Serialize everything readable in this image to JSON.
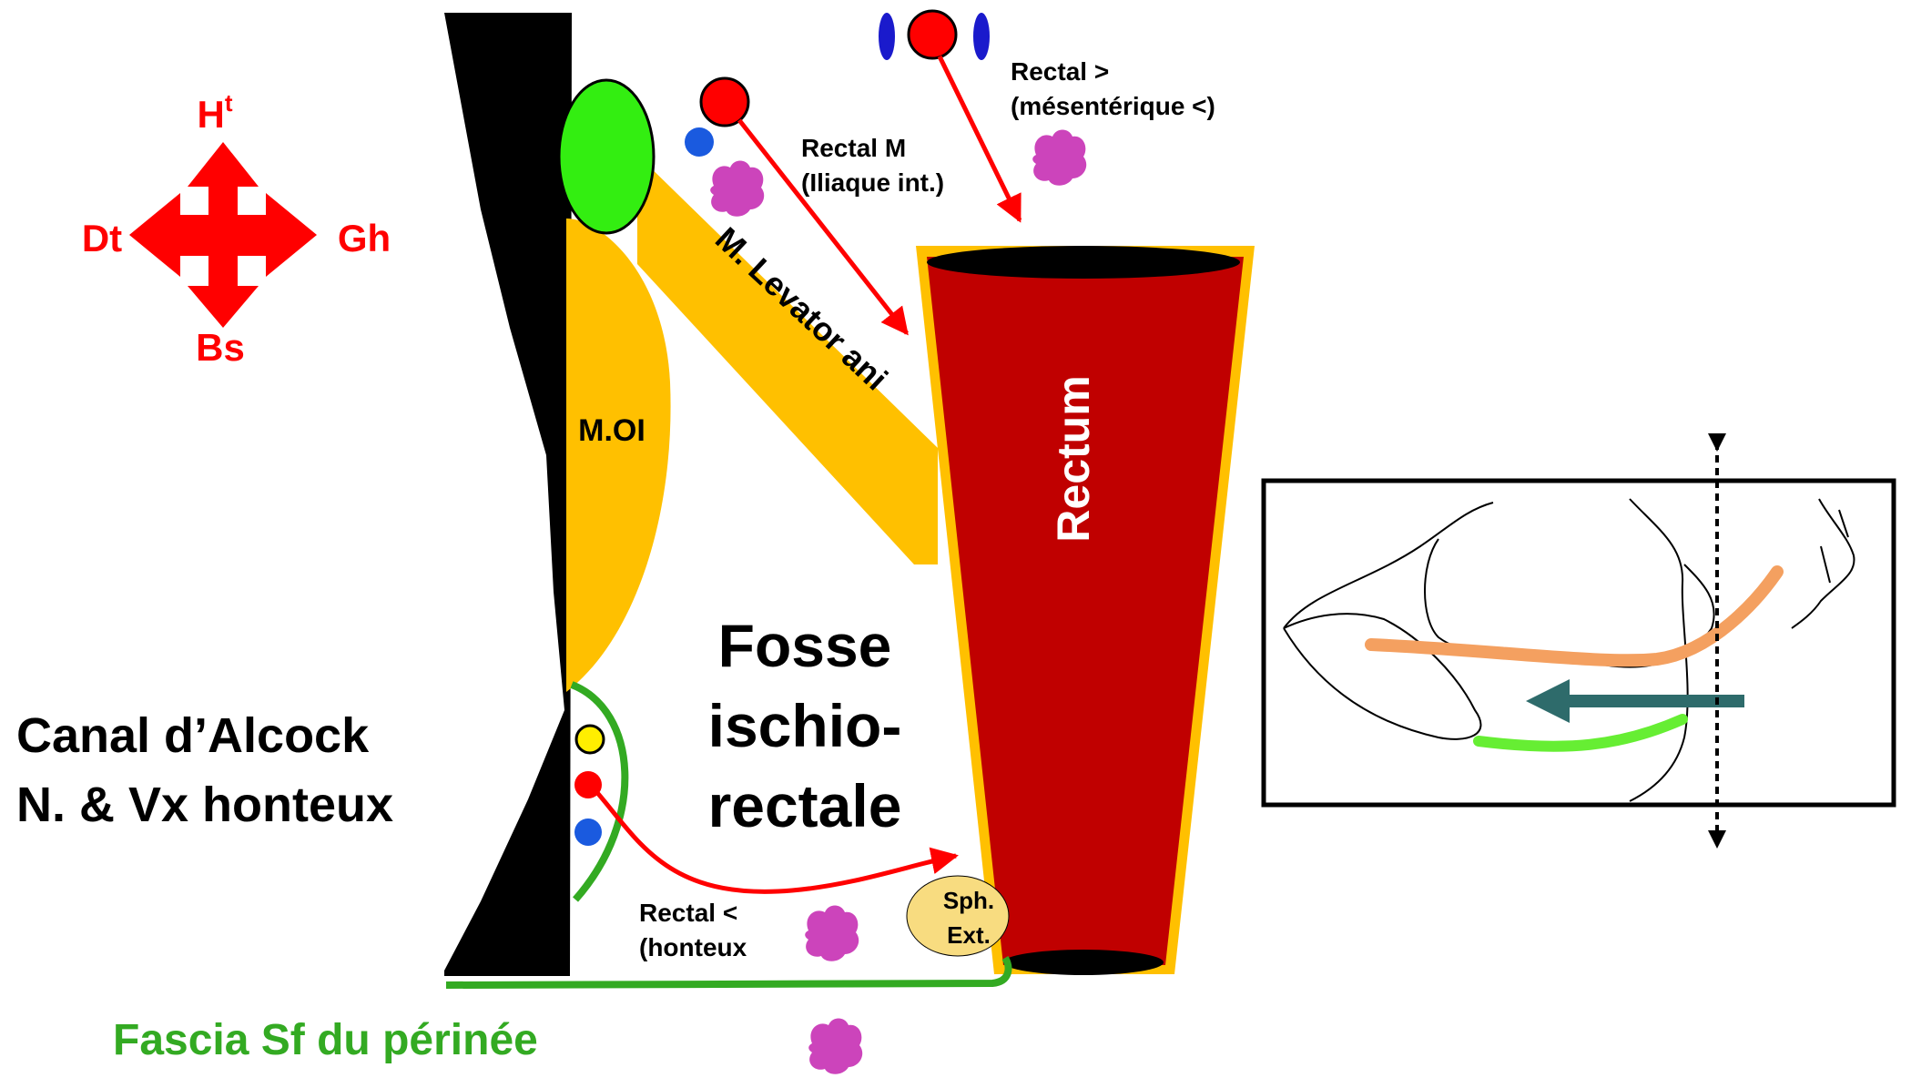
{
  "orientation": {
    "top": "H",
    "top_sup": "t",
    "left": "Dt",
    "right": "Gh",
    "bottom": "Bs",
    "color": "#ff0000"
  },
  "labels": {
    "muscle_oi": "M.OI",
    "levator": "M. Levator ani",
    "rectum": "Rectum",
    "fosse_line1": "Fosse",
    "fosse_line2": "ischio-",
    "fosse_line3": "rectale",
    "canal_line1": "Canal d’Alcock",
    "canal_line2": "N. & Vx honteux",
    "fascia": "Fascia Sf du périnée",
    "sphincter_line1": "Sph.",
    "sphincter_line2": "Ext."
  },
  "vessels": {
    "rectal_sup_line1": "Rectal >",
    "rectal_sup_line2": "(mésentérique <)",
    "rectal_mid_line1": "Rectal M",
    "rectal_mid_line2": "(Iliaque int.)",
    "rectal_inf_line1": "Rectal <",
    "rectal_inf_line2": "(honteux"
  },
  "colors": {
    "bone": "#000000",
    "muscle": "#ffc000",
    "obturator_green": "#33ee11",
    "rectum": "#c00000",
    "artery": "#ff0000",
    "vein": "#1a5adf",
    "nerve": "#ffee00",
    "lymph": "#cc44bb",
    "fascia": "#33aa22",
    "sphincter": "#f8dc80",
    "inset_orange": "#f4a060",
    "inset_arrow": "#2e6b6b",
    "inset_green": "#66ee33"
  }
}
